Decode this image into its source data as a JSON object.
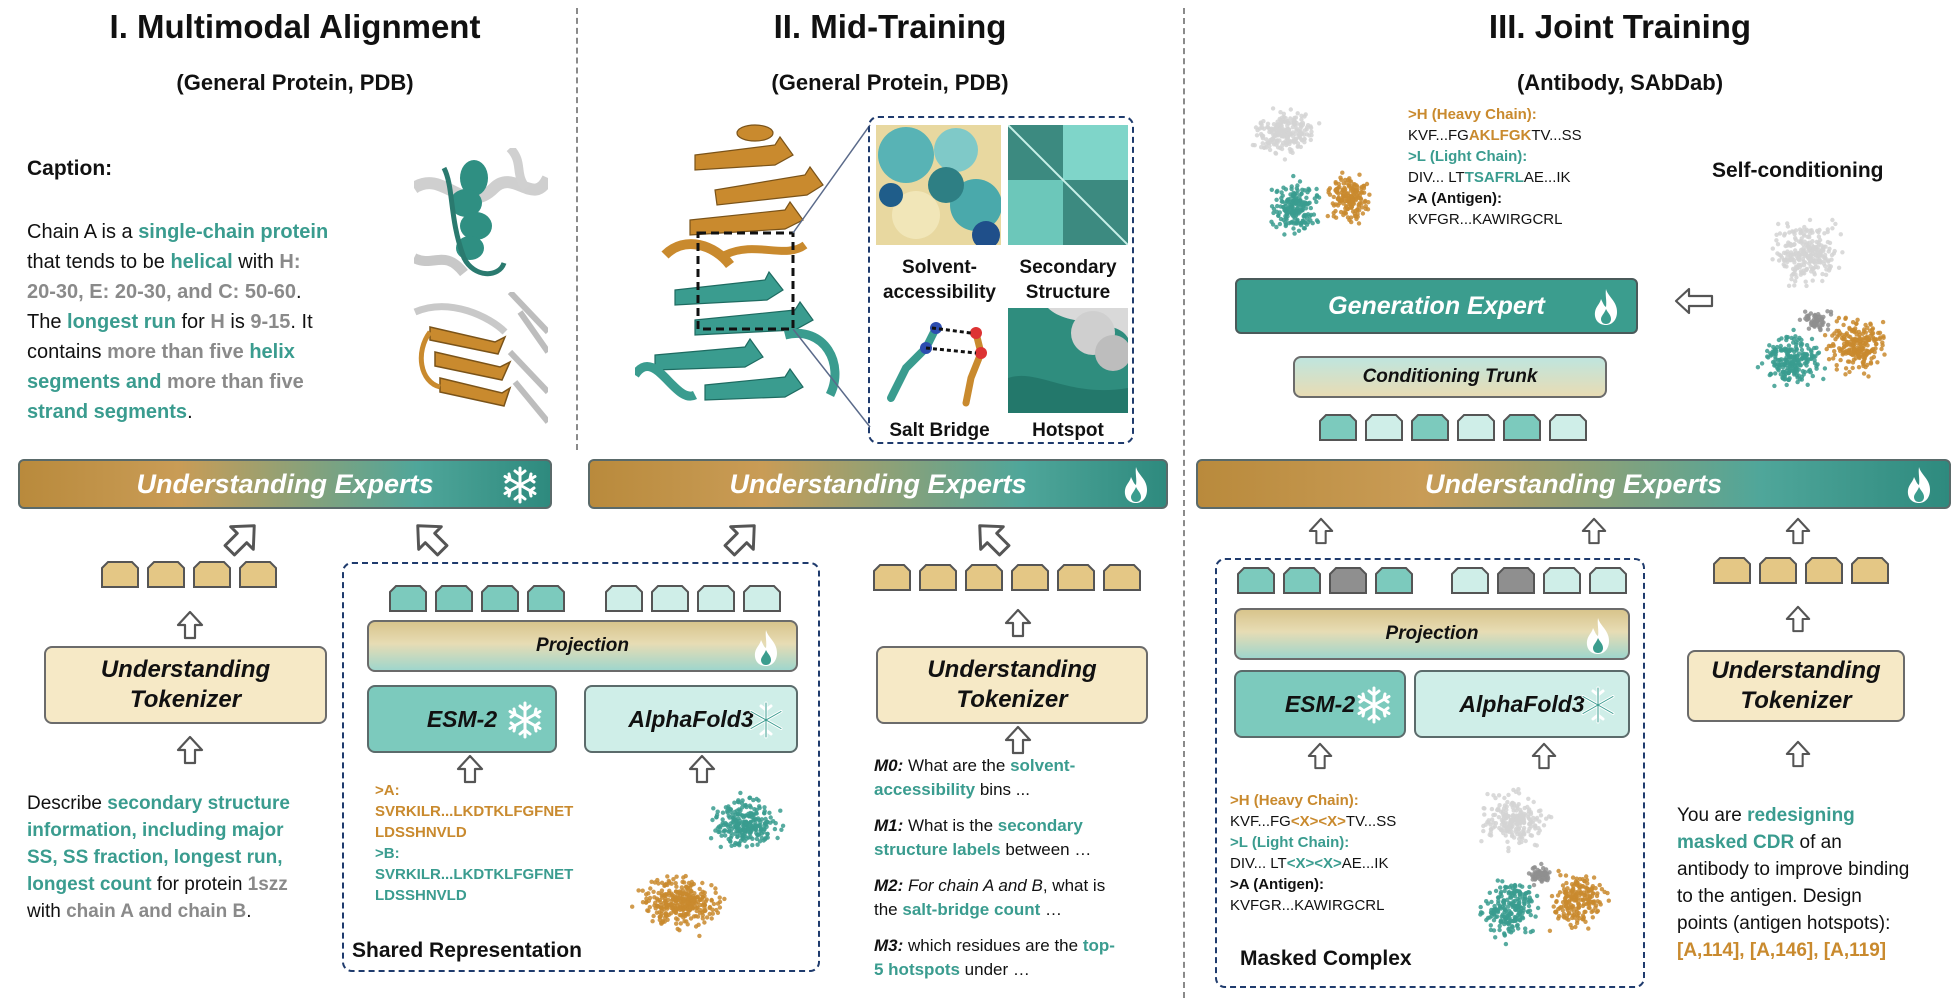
{
  "sections": {
    "s1": {
      "title": "I. Multimodal Alignment",
      "subtitle": "(General Protein, PDB)"
    },
    "s2": {
      "title": "II. Mid-Training",
      "subtitle": "(General Protein, PDB)"
    },
    "s3": {
      "title": "III. Joint Training",
      "subtitle": "(Antibody, SAbDab)"
    }
  },
  "understanding_experts": "Understanding Experts",
  "understanding_tokenizer": {
    "line1": "Understanding",
    "line2": "Tokenizer"
  },
  "projection": "Projection",
  "esm2": "ESM-2",
  "alphafold3": "AlphaFold3",
  "shared_representation": "Shared Representation",
  "masked_complex": "Masked Complex",
  "generation_expert": "Generation Expert",
  "conditioning_trunk": "Conditioning Trunk",
  "self_conditioning": "Self-conditioning",
  "caption": {
    "heading": "Caption:",
    "t1": "Chain A is a ",
    "t2": "single-chain protein",
    "t3": "that tends to be ",
    "t4": "helical",
    "t5": " with ",
    "t6": "H:",
    "t7": "20-30, E: 20-30, and C: 50-60",
    "t8": ".",
    "t9": "The ",
    "t10": "longest run",
    "t11": " for ",
    "t12": "H",
    "t13": " is ",
    "t14": "9-15",
    "t15": ". It",
    "t16": "contains ",
    "t17": "more than five",
    "t18": " helix",
    "t19": "segments and",
    "t20": " more than five",
    "t21": "strand segments",
    "t22": "."
  },
  "prompt1": {
    "a": "Describe ",
    "b": "secondary structure",
    "c": "information, including major",
    "d": "SS, SS fraction, longest run,",
    "e": "longest count",
    "f": " for protein ",
    "g": "1szz",
    "h": "with ",
    "i": "chain A and chain B",
    "j": "."
  },
  "sequences": {
    "a_label": ">A:",
    "a_seq1": "SVRKILR...LKDTKLFGFNET",
    "a_seq2": "LDSSHNVLD",
    "b_label": ">B:",
    "b_seq1": "SVRKILR...LKDTKLFGFNET",
    "b_seq2": "LDSSHNVLD"
  },
  "tiles": {
    "solvent": {
      "l1": "Solvent-",
      "l2": "accessibility"
    },
    "secondary": {
      "l1": "Secondary",
      "l2": "Structure"
    },
    "salt": "Salt Bridge",
    "hotspot": "Hotspot"
  },
  "mid_questions": {
    "m0_tag": "M0:",
    "m0_a": " What are the ",
    "m0_b": "solvent-",
    "m0_c": "accessibility",
    "m0_d": " bins ...",
    "m1_tag": "M1:",
    "m1_a": " What is the ",
    "m1_b": "secondary",
    "m1_c": "structure labels",
    "m1_d": " between …",
    "m2_tag": "M2:",
    "m2_a": "For chain A and B",
    "m2_b": ", what is",
    "m2_c": "the ",
    "m2_d": "salt-bridge count",
    "m2_e": " …",
    "m3_tag": "M3:",
    "m3_a": " which residues are the ",
    "m3_b": "top-",
    "m3_c": "5 hotspots",
    "m3_d": " under …"
  },
  "antibody_top": {
    "h_label": ">H (Heavy Chain):",
    "h_a": "KVF...FG",
    "h_b": "AKLFGK",
    "h_c": "TV...SS",
    "l_label": ">L (Light Chain):",
    "l_a": "DIV... LT",
    "l_b": "TSAFRL",
    "l_c": "AE...IK",
    "ag_label": ">A (Antigen):",
    "ag_seq": "KVFGR...KAWIRGCRL"
  },
  "antibody_masked": {
    "h_label": ">H (Heavy Chain):",
    "h_a": "KVF...FG",
    "h_b": "<X><X>",
    "h_c": "TV...SS",
    "l_label": ">L (Light Chain):",
    "l_a": "DIV... LT",
    "l_b": "<X><X>",
    "l_c": "AE...IK",
    "ag_label": ">A (Antigen):",
    "ag_seq": "KVFGR...KAWIRGCRL"
  },
  "prompt3": {
    "a": "You are ",
    "b": "redesigning",
    "c": "masked CDR",
    "d": " of an",
    "e": "antibody to improve binding",
    "f": "to the antigen. Design",
    "g": "points (antigen hotspots):",
    "h": "[A,114], [A,146], [A,119]"
  },
  "colors": {
    "teal": "#3a9c8f",
    "gold": "#c98a2e",
    "gray": "#8a8a8a",
    "navy": "#1f3b6d"
  },
  "icons": {
    "frozen": "snowflake-icon",
    "trainable": "flame-icon",
    "arrow": "hollow-arrow-icon"
  }
}
